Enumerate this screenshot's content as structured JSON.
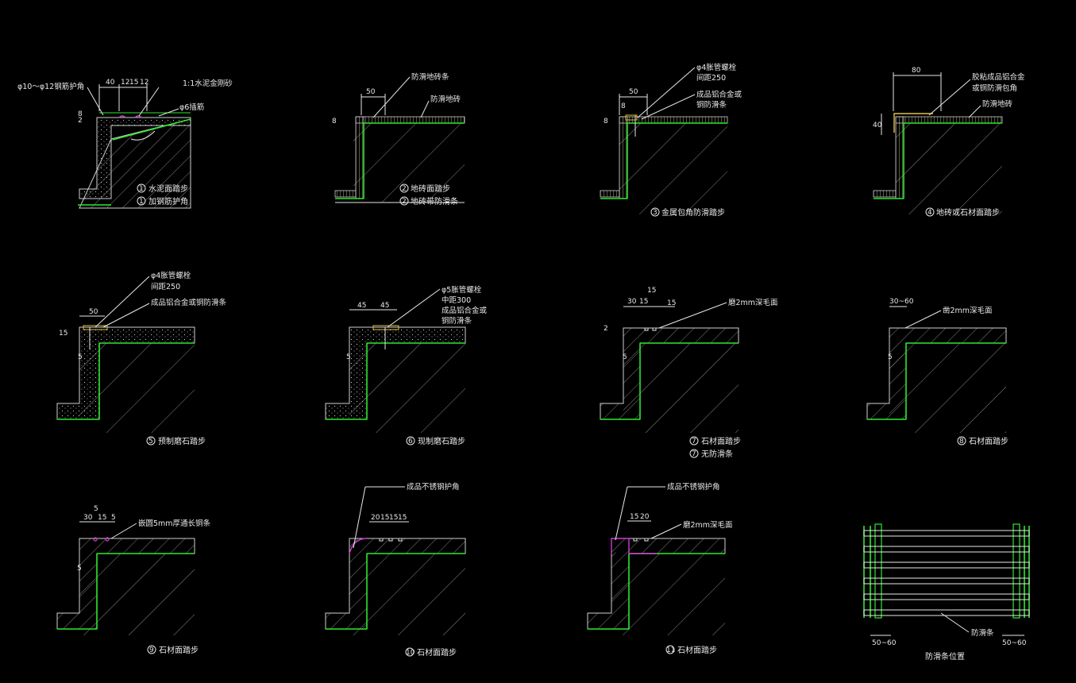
{
  "details": [
    {
      "id": "d1",
      "dims": [
        "40",
        "12",
        "15",
        "12",
        "8",
        "2"
      ],
      "notes": [
        "φ10～φ12钢筋护角",
        "1:1水泥金刚砂",
        "φ6插筋"
      ],
      "captions": [
        {
          "num": "1",
          "text": "水泥面踏步"
        },
        {
          "num": "1",
          "text": "加钢筋护角"
        }
      ]
    },
    {
      "id": "d2",
      "dims": [
        "50",
        "8"
      ],
      "notes": [
        "防滑地砖条",
        "防滑地砖"
      ],
      "captions": [
        {
          "num": "2",
          "text": "地砖面踏步"
        },
        {
          "num": "2",
          "text": "地砖带防滑条"
        }
      ]
    },
    {
      "id": "d3",
      "dims": [
        "50",
        "8",
        "8"
      ],
      "notes": [
        "φ4胀管螺栓",
        "间距250",
        "成品铝合金或",
        "铜防滑条"
      ],
      "captions": [
        {
          "num": "3",
          "text": "金属包角防滑踏步"
        }
      ]
    },
    {
      "id": "d4",
      "dims": [
        "80",
        "40"
      ],
      "notes": [
        "胶粘成品铝合金",
        "或铜防滑包角",
        "防滑地砖"
      ],
      "captions": [
        {
          "num": "4",
          "text": "地砖或石材面踏步"
        }
      ]
    },
    {
      "id": "d5",
      "dims": [
        "50",
        "15",
        "5"
      ],
      "notes": [
        "φ4胀管螺栓",
        "间距250",
        "成品铝合金或铜防滑条"
      ],
      "captions": [
        {
          "num": "5",
          "text": "预制磨石踏步"
        }
      ]
    },
    {
      "id": "d6",
      "dims": [
        "45",
        "45",
        "5"
      ],
      "notes": [
        "φ5胀管螺栓",
        "中距300",
        "成品铝合金或",
        "铜防滑条"
      ],
      "captions": [
        {
          "num": "6",
          "text": "现制磨石踏步"
        }
      ]
    },
    {
      "id": "d7",
      "dims": [
        "30",
        "15",
        "15",
        "15",
        "2",
        "5"
      ],
      "notes": [
        "磨2mm深毛面"
      ],
      "captions": [
        {
          "num": "7",
          "text": "石材面踏步"
        },
        {
          "num": "7",
          "text": "无防滑条"
        }
      ]
    },
    {
      "id": "d8",
      "dims": [
        "30~60",
        "5"
      ],
      "notes": [
        "凿2mm深毛面"
      ],
      "captions": [
        {
          "num": "8",
          "text": "石材面踏步"
        }
      ]
    },
    {
      "id": "d9",
      "dims": [
        "30",
        "5",
        "15",
        "5",
        "5"
      ],
      "notes": [
        "嵌圆5mm厚通长铜条"
      ],
      "captions": [
        {
          "num": "9",
          "text": "石材面踏步"
        }
      ]
    },
    {
      "id": "d10",
      "dims": [
        "20",
        "15",
        "15",
        "15"
      ],
      "notes": [
        "成品不锈钢护角"
      ],
      "captions": [
        {
          "num": "10",
          "text": "石材面踏步"
        }
      ]
    },
    {
      "id": "d11",
      "dims": [
        "15",
        "20"
      ],
      "notes": [
        "成品不锈钢护角",
        "磨2mm深毛面"
      ],
      "captions": [
        {
          "num": "11",
          "text": "石材面踏步"
        }
      ]
    },
    {
      "id": "d12",
      "dims": [
        "50~60",
        "50~60"
      ],
      "notes": [
        "防滑条"
      ],
      "captions": [
        {
          "num": "",
          "text": "防滑条位置"
        }
      ]
    }
  ],
  "colors": {
    "background": "#000000",
    "line": "#e8e8e8",
    "green": "#2ee82e",
    "magenta": "#d23bd2"
  }
}
